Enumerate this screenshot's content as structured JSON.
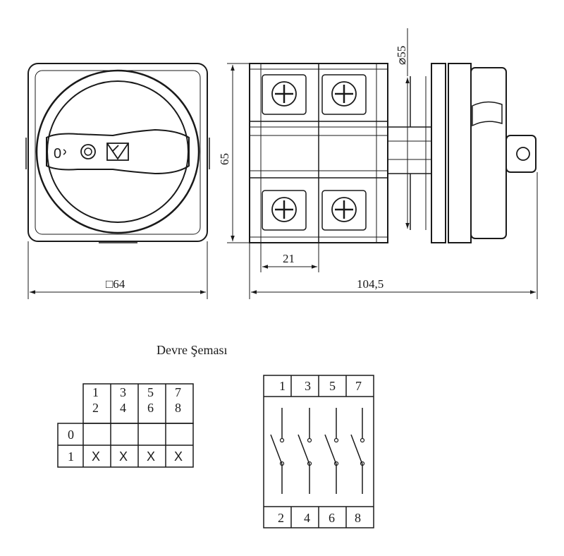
{
  "dimensions": {
    "front_width": "□64",
    "total_length": "104,5",
    "height": "65",
    "diameter": "⌀55",
    "pitch": "21"
  },
  "knob": {
    "position_label": "0"
  },
  "schema": {
    "title": "Devre Şeması",
    "table": {
      "column_headers": [
        [
          "1",
          "2"
        ],
        [
          "3",
          "4"
        ],
        [
          "5",
          "6"
        ],
        [
          "7",
          "8"
        ]
      ],
      "rows": [
        {
          "position": "0",
          "cells": [
            "",
            "",
            "",
            ""
          ]
        },
        {
          "position": "1",
          "cells": [
            "X",
            "X",
            "X",
            "X"
          ]
        }
      ]
    },
    "contacts": {
      "top": [
        "1",
        "3",
        "5",
        "7"
      ],
      "bottom": [
        "2",
        "4",
        "6",
        "8"
      ]
    }
  }
}
